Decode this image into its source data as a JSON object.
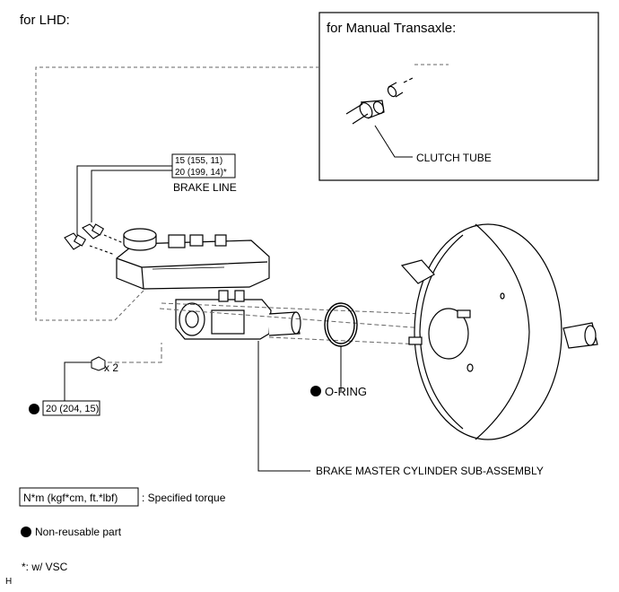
{
  "header": {
    "scope_label": "for LHD:"
  },
  "inset": {
    "title": "for Manual Transaxle:",
    "clutch_tube_label": "CLUTCH TUBE"
  },
  "brake_line": {
    "torque_line_1": "15 (155, 11)",
    "torque_line_2": "20 (199, 14)*",
    "label": "BRAKE LINE"
  },
  "nut": {
    "quantity": "x 2",
    "torque": "20 (204, 15)"
  },
  "o_ring": {
    "label": "O-RING"
  },
  "master_cylinder": {
    "label": "BRAKE MASTER CYLINDER SUB-ASSEMBLY"
  },
  "legend": {
    "torque_unit": "N*m (kgf*cm, ft.*lbf)",
    "torque_desc": ": Specified torque",
    "non_reusable": "Non-reusable part",
    "vsc_note": "*: w/ VSC"
  },
  "footer": {
    "code": "H"
  },
  "colors": {
    "line": "#000000",
    "background": "#ffffff"
  }
}
